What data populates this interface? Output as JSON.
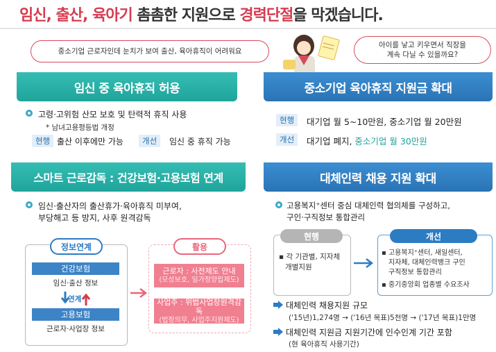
{
  "title": {
    "part1": "임신, 출산, 육아기",
    "part2": " 촘촘한 지원으로 ",
    "part3": "경력단절",
    "part4": "을 막겠습니다."
  },
  "bubbles": {
    "left": "중소기업 근로자인데 눈치가 보여 출산, 육아휴직이 어려워요",
    "right_line1": "아이를 낳고 키우면서 직장을",
    "right_line2": "계속 다닐 수 있을까요?"
  },
  "sections": {
    "s1": {
      "header": "임신 중 육아휴직 허용",
      "bullet": "고령·고위험 산모 보호 및 탄력적 휴직 사용",
      "note": "* 남녀고용평등법 개정",
      "current_tag": "현행",
      "current_text": "출산 이후에만 가능",
      "improve_tag": "개선",
      "improve_text": "임신 중 휴직 가능"
    },
    "s2": {
      "header": "중소기업 육아휴직 지원금 확대",
      "current_tag": "현행",
      "current_text": "대기업 월 5~10만원, 중소기업 월 20만원",
      "improve_tag": "개선",
      "improve_text_a": "대기업 폐지, ",
      "improve_text_b": "중소기업 월 30만원"
    },
    "s3": {
      "header": "스마트 근로감독 : 건강보험·고용보험 연계",
      "bullet_line1": "임신·출산자의 출산휴가·육아휴직 미부여,",
      "bullet_line2": "부당해고 등 방지, 사후 원격감독",
      "link_title": "정보연계",
      "health_label": "건강보험",
      "health_info": "임신·출산 정보",
      "link_word": "연계",
      "employ_label": "고용보험",
      "employ_info": "근로자·사업장 정보",
      "use_title": "활용",
      "worker_label": "근로자 : 사전제도 안내",
      "worker_sub": "(모성보호, 일가정양립제도)",
      "biz_label": "사업주 : 위법사업장원격감독",
      "biz_sub": "(법정의무, 사업주지원제도)"
    },
    "s4": {
      "header": "대체인력 채용 지원 확대",
      "bullet_line1": "고용복지⁺센터 중심 대체인력 협의체를 구성하고,",
      "bullet_line2": "구인·구직정보 통합관리",
      "current_title": "현행",
      "current_item1": "각 기관별, 지자체",
      "current_item2": "개별지원",
      "improve_title": "개선",
      "improve_item1_l1": "고용복지⁺센터, 새일센터,",
      "improve_item1_l2": "지자체, 대체인력뱅크 구인",
      "improve_item1_l3": "구직정보 통합관리",
      "improve_item2": "중기중앙회 업종별 수요조사",
      "scale_title": "대체인력 채용지원 규모",
      "scale_text": "('15년)1,274명 → ('16년 목표)5천명 → ('17년 목표)1만명",
      "period_title": "대체인력 지원금 지원기간에 인수인계 기간 포함",
      "period_text": "(현 육아휴직 사용기간)"
    }
  },
  "colors": {
    "title_red": "#d63b4f",
    "teal": "#1fa49b",
    "blue": "#2c7cc3",
    "pink": "#f07f90"
  }
}
